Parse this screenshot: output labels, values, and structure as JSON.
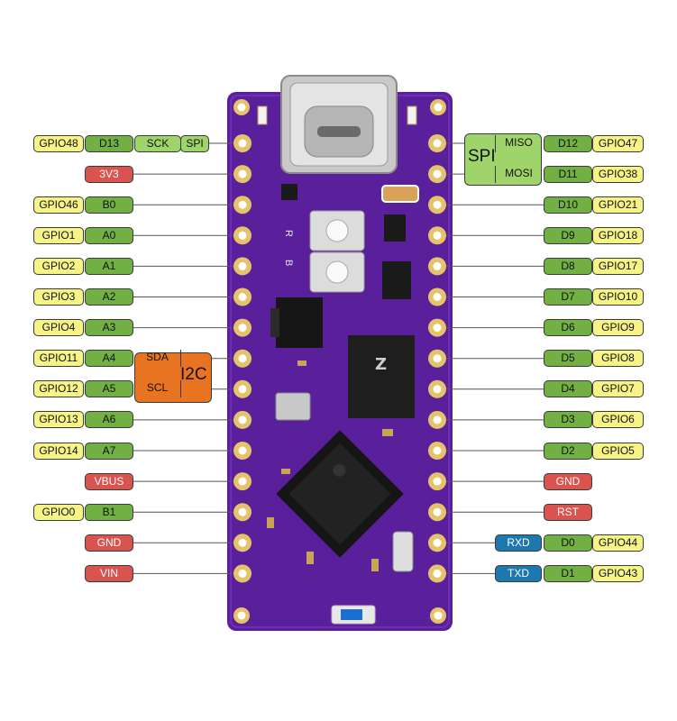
{
  "colors": {
    "gpio": "#f6f486",
    "pin": "#72b043",
    "function": "#9fd46b",
    "power": "#d9534f",
    "uart": "#1d78b0",
    "i2c": "#e87422",
    "pcb": "#5a1f9b"
  },
  "left_pins": [
    {
      "labels": [
        {
          "text": "GPIO48",
          "kind": "gpio"
        },
        {
          "text": "D13",
          "kind": "pin"
        },
        {
          "text": "SCK",
          "kind": "function"
        },
        {
          "text": "SPI",
          "kind": "function"
        }
      ]
    },
    {
      "labels": [
        {
          "text": "3V3",
          "kind": "power"
        }
      ]
    },
    {
      "labels": [
        {
          "text": "GPIO46",
          "kind": "gpio"
        },
        {
          "text": "B0",
          "kind": "pin"
        }
      ]
    },
    {
      "labels": [
        {
          "text": "GPIO1",
          "kind": "gpio"
        },
        {
          "text": "A0",
          "kind": "pin"
        }
      ]
    },
    {
      "labels": [
        {
          "text": "GPIO2",
          "kind": "gpio"
        },
        {
          "text": "A1",
          "kind": "pin"
        }
      ]
    },
    {
      "labels": [
        {
          "text": "GPIO3",
          "kind": "gpio"
        },
        {
          "text": "A2",
          "kind": "pin"
        }
      ]
    },
    {
      "labels": [
        {
          "text": "GPIO4",
          "kind": "gpio"
        },
        {
          "text": "A3",
          "kind": "pin"
        }
      ]
    },
    {
      "labels": [
        {
          "text": "GPIO11",
          "kind": "gpio"
        },
        {
          "text": "A4",
          "kind": "pin"
        },
        {
          "text": "SDA",
          "kind": "i2c"
        }
      ]
    },
    {
      "labels": [
        {
          "text": "GPIO12",
          "kind": "gpio"
        },
        {
          "text": "A5",
          "kind": "pin"
        },
        {
          "text": "SCL",
          "kind": "i2c"
        }
      ]
    },
    {
      "labels": [
        {
          "text": "GPIO13",
          "kind": "gpio"
        },
        {
          "text": "A6",
          "kind": "pin"
        }
      ]
    },
    {
      "labels": [
        {
          "text": "GPIO14",
          "kind": "gpio"
        },
        {
          "text": "A7",
          "kind": "pin"
        }
      ]
    },
    {
      "labels": [
        {
          "text": "VBUS",
          "kind": "power"
        }
      ]
    },
    {
      "labels": [
        {
          "text": "GPIO0",
          "kind": "gpio"
        },
        {
          "text": "B1",
          "kind": "pin"
        }
      ]
    },
    {
      "labels": [
        {
          "text": "GND",
          "kind": "power"
        }
      ]
    },
    {
      "labels": [
        {
          "text": "VIN",
          "kind": "power"
        }
      ]
    }
  ],
  "right_pins": [
    {
      "labels": [
        {
          "text": "MISO",
          "kind": "function"
        },
        {
          "text": "D12",
          "kind": "pin"
        },
        {
          "text": "GPIO47",
          "kind": "gpio"
        }
      ]
    },
    {
      "labels": [
        {
          "text": "MOSI",
          "kind": "function"
        },
        {
          "text": "D11",
          "kind": "pin"
        },
        {
          "text": "GPIO38",
          "kind": "gpio"
        }
      ]
    },
    {
      "labels": [
        {
          "text": "D10",
          "kind": "pin"
        },
        {
          "text": "GPIO21",
          "kind": "gpio"
        }
      ]
    },
    {
      "labels": [
        {
          "text": "D9",
          "kind": "pin"
        },
        {
          "text": "GPIO18",
          "kind": "gpio"
        }
      ]
    },
    {
      "labels": [
        {
          "text": "D8",
          "kind": "pin"
        },
        {
          "text": "GPIO17",
          "kind": "gpio"
        }
      ]
    },
    {
      "labels": [
        {
          "text": "D7",
          "kind": "pin"
        },
        {
          "text": "GPIO10",
          "kind": "gpio"
        }
      ]
    },
    {
      "labels": [
        {
          "text": "D6",
          "kind": "pin"
        },
        {
          "text": "GPIO9",
          "kind": "gpio"
        }
      ]
    },
    {
      "labels": [
        {
          "text": "D5",
          "kind": "pin"
        },
        {
          "text": "GPIO8",
          "kind": "gpio"
        }
      ]
    },
    {
      "labels": [
        {
          "text": "D4",
          "kind": "pin"
        },
        {
          "text": "GPIO7",
          "kind": "gpio"
        }
      ]
    },
    {
      "labels": [
        {
          "text": "D3",
          "kind": "pin"
        },
        {
          "text": "GPIO6",
          "kind": "gpio"
        }
      ]
    },
    {
      "labels": [
        {
          "text": "D2",
          "kind": "pin"
        },
        {
          "text": "GPIO5",
          "kind": "gpio"
        }
      ]
    },
    {
      "labels": [
        {
          "text": "GND",
          "kind": "power"
        }
      ]
    },
    {
      "labels": [
        {
          "text": "RST",
          "kind": "power"
        }
      ]
    },
    {
      "labels": [
        {
          "text": "RXD",
          "kind": "uart"
        },
        {
          "text": "D0",
          "kind": "pin"
        },
        {
          "text": "GPIO44",
          "kind": "gpio"
        }
      ]
    },
    {
      "labels": [
        {
          "text": "TXD",
          "kind": "uart"
        },
        {
          "text": "D1",
          "kind": "pin"
        },
        {
          "text": "GPIO43",
          "kind": "gpio"
        }
      ]
    }
  ],
  "groups": {
    "spi_label": "SPI",
    "i2c_label": "I2C"
  },
  "board": {
    "silk_r": "R",
    "silk_b": "B"
  }
}
